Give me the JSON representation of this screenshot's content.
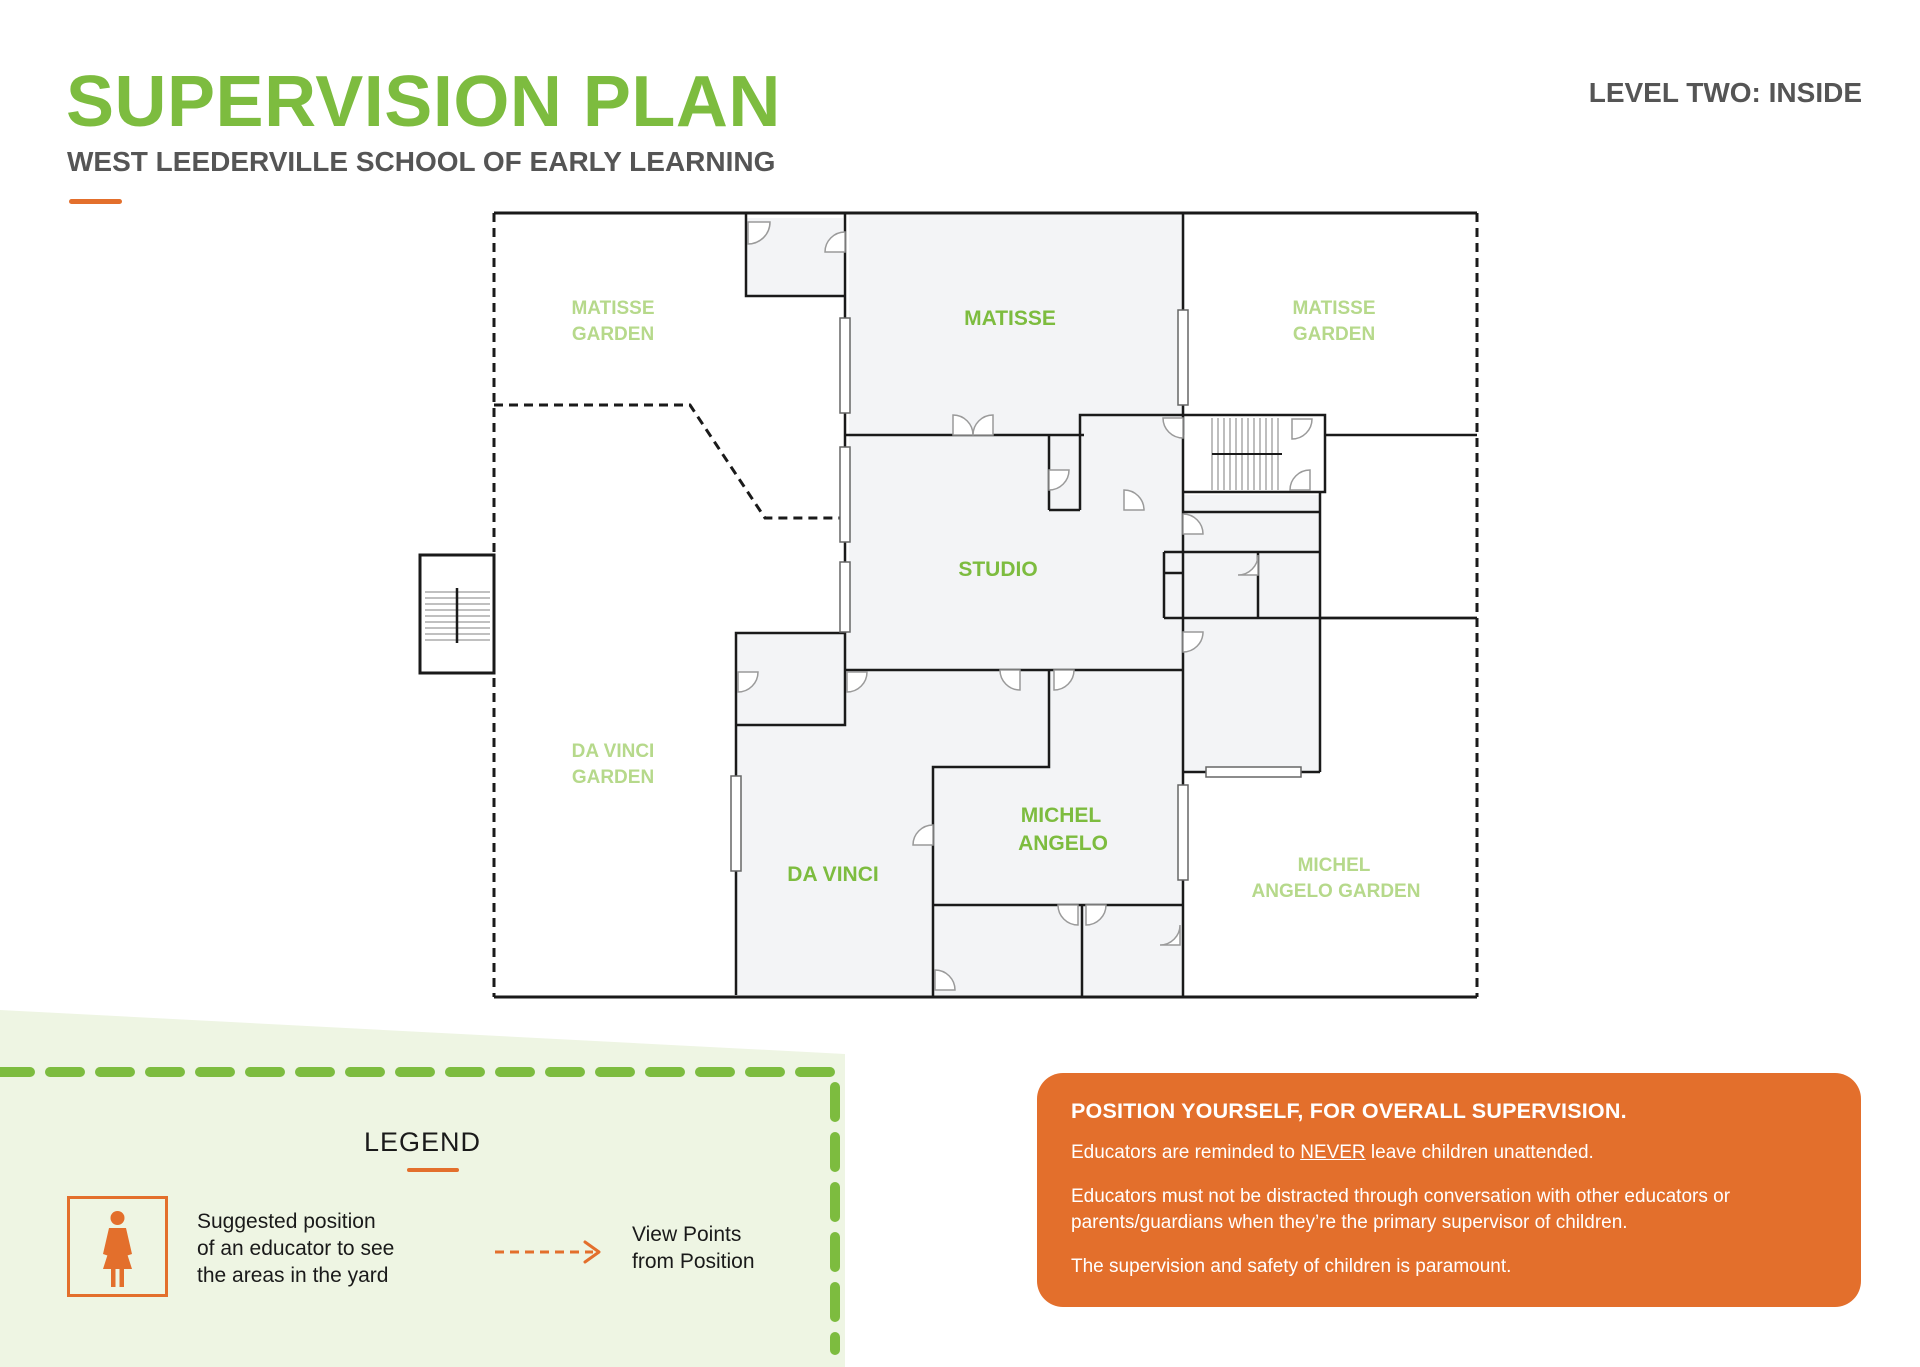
{
  "header": {
    "title": "SUPERVISION PLAN",
    "subtitle": "WEST LEEDERVILLE SCHOOL OF EARLY LEARNING",
    "level": "LEVEL TWO: INSIDE"
  },
  "rooms": {
    "matisse_garden_left": [
      "MATISSE",
      "GARDEN"
    ],
    "matisse": "MATISSE",
    "matisse_garden_right": [
      "MATISSE",
      "GARDEN"
    ],
    "studio": "STUDIO",
    "da_vinci_garden": [
      "DA VINCI",
      "GARDEN"
    ],
    "da_vinci": "DA VINCI",
    "michel_angelo": [
      "MICHEL",
      "ANGELO"
    ],
    "michel_angelo_garden": [
      "MICHEL",
      "ANGELO GARDEN"
    ]
  },
  "legend": {
    "title": "LEGEND",
    "educator_icon": "person-figure-icon",
    "educator_text": [
      "Suggested position",
      "of an educator to see",
      "the areas in the yard"
    ],
    "view_icon": "dashed-arrow-icon",
    "view_text": [
      "View Points",
      "from Position"
    ]
  },
  "notice": {
    "heading": "POSITION YOURSELF, FOR OVERALL SUPERVISION.",
    "line1_before": "Educators are reminded to ",
    "line1_emphasis": "NEVER",
    "line1_after": " leave children unattended.",
    "line2": "Educators must not be distracted through conversation with other educators or parents/guardians when they’re the primary supervisor of children.",
    "line3": "The supervision and safety of children is paramount."
  },
  "colors": {
    "brand_green": "#7dbc3f",
    "garden_green": "#b6d98b",
    "accent_orange": "#e36f2c",
    "heading_gray": "#555555",
    "room_fill": "#f3f4f6",
    "legend_bg": "#eef5e3"
  }
}
